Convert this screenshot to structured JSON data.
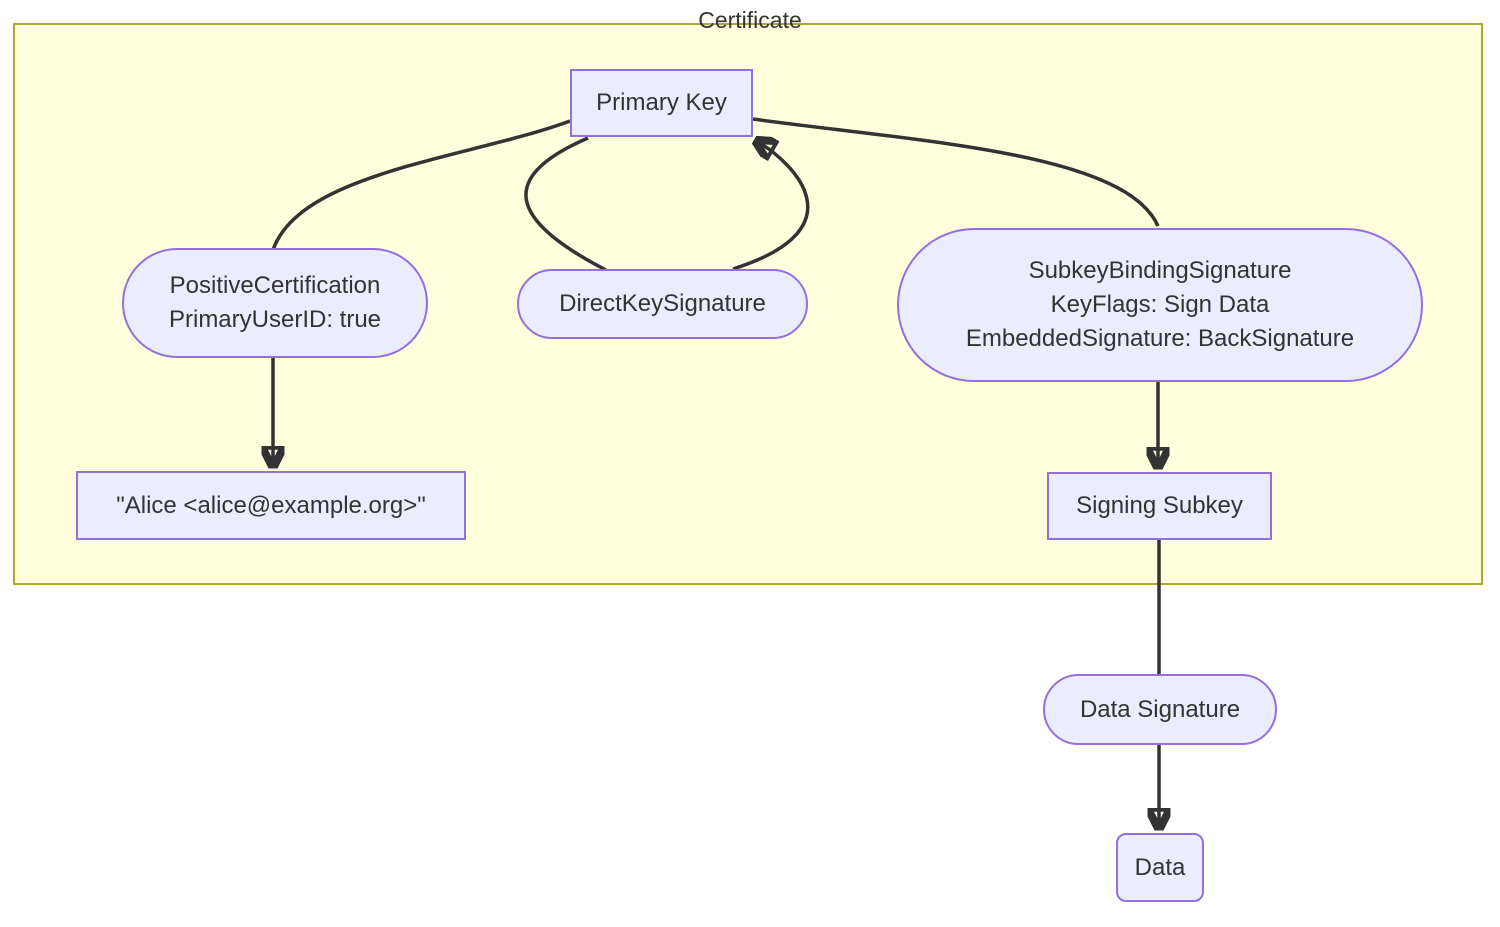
{
  "diagram": {
    "title": "Certificate",
    "nodes": {
      "primary_key": {
        "label": "Primary Key"
      },
      "positive_certification": {
        "label": "PositiveCertification\nPrimaryUserID: true"
      },
      "direct_key_signature": {
        "label": "DirectKeySignature"
      },
      "subkey_binding_signature": {
        "label": "SubkeyBindingSignature\nKeyFlags: Sign Data\nEmbeddedSignature: BackSignature"
      },
      "user_id": {
        "label": "\"Alice <alice@example.org>\""
      },
      "signing_subkey": {
        "label": "Signing Subkey"
      },
      "data_signature": {
        "label": "Data Signature"
      },
      "data": {
        "label": "Data"
      }
    },
    "edges": [
      {
        "from": "primary_key",
        "to": "positive_certification",
        "arrow": false
      },
      {
        "from": "primary_key",
        "to": "direct_key_signature",
        "arrow": false
      },
      {
        "from": "direct_key_signature",
        "to": "primary_key",
        "arrow": true
      },
      {
        "from": "primary_key",
        "to": "subkey_binding_signature",
        "arrow": false
      },
      {
        "from": "positive_certification",
        "to": "user_id",
        "arrow": true
      },
      {
        "from": "subkey_binding_signature",
        "to": "signing_subkey",
        "arrow": true
      },
      {
        "from": "signing_subkey",
        "to": "data_signature",
        "arrow": false
      },
      {
        "from": "data_signature",
        "to": "data",
        "arrow": true
      }
    ],
    "colors": {
      "node_fill": "#ECECFF",
      "node_border": "#9370DB",
      "container_fill": "#FFFFDE",
      "container_border": "#AAAA33",
      "edge": "#333333",
      "text": "#333333"
    }
  }
}
